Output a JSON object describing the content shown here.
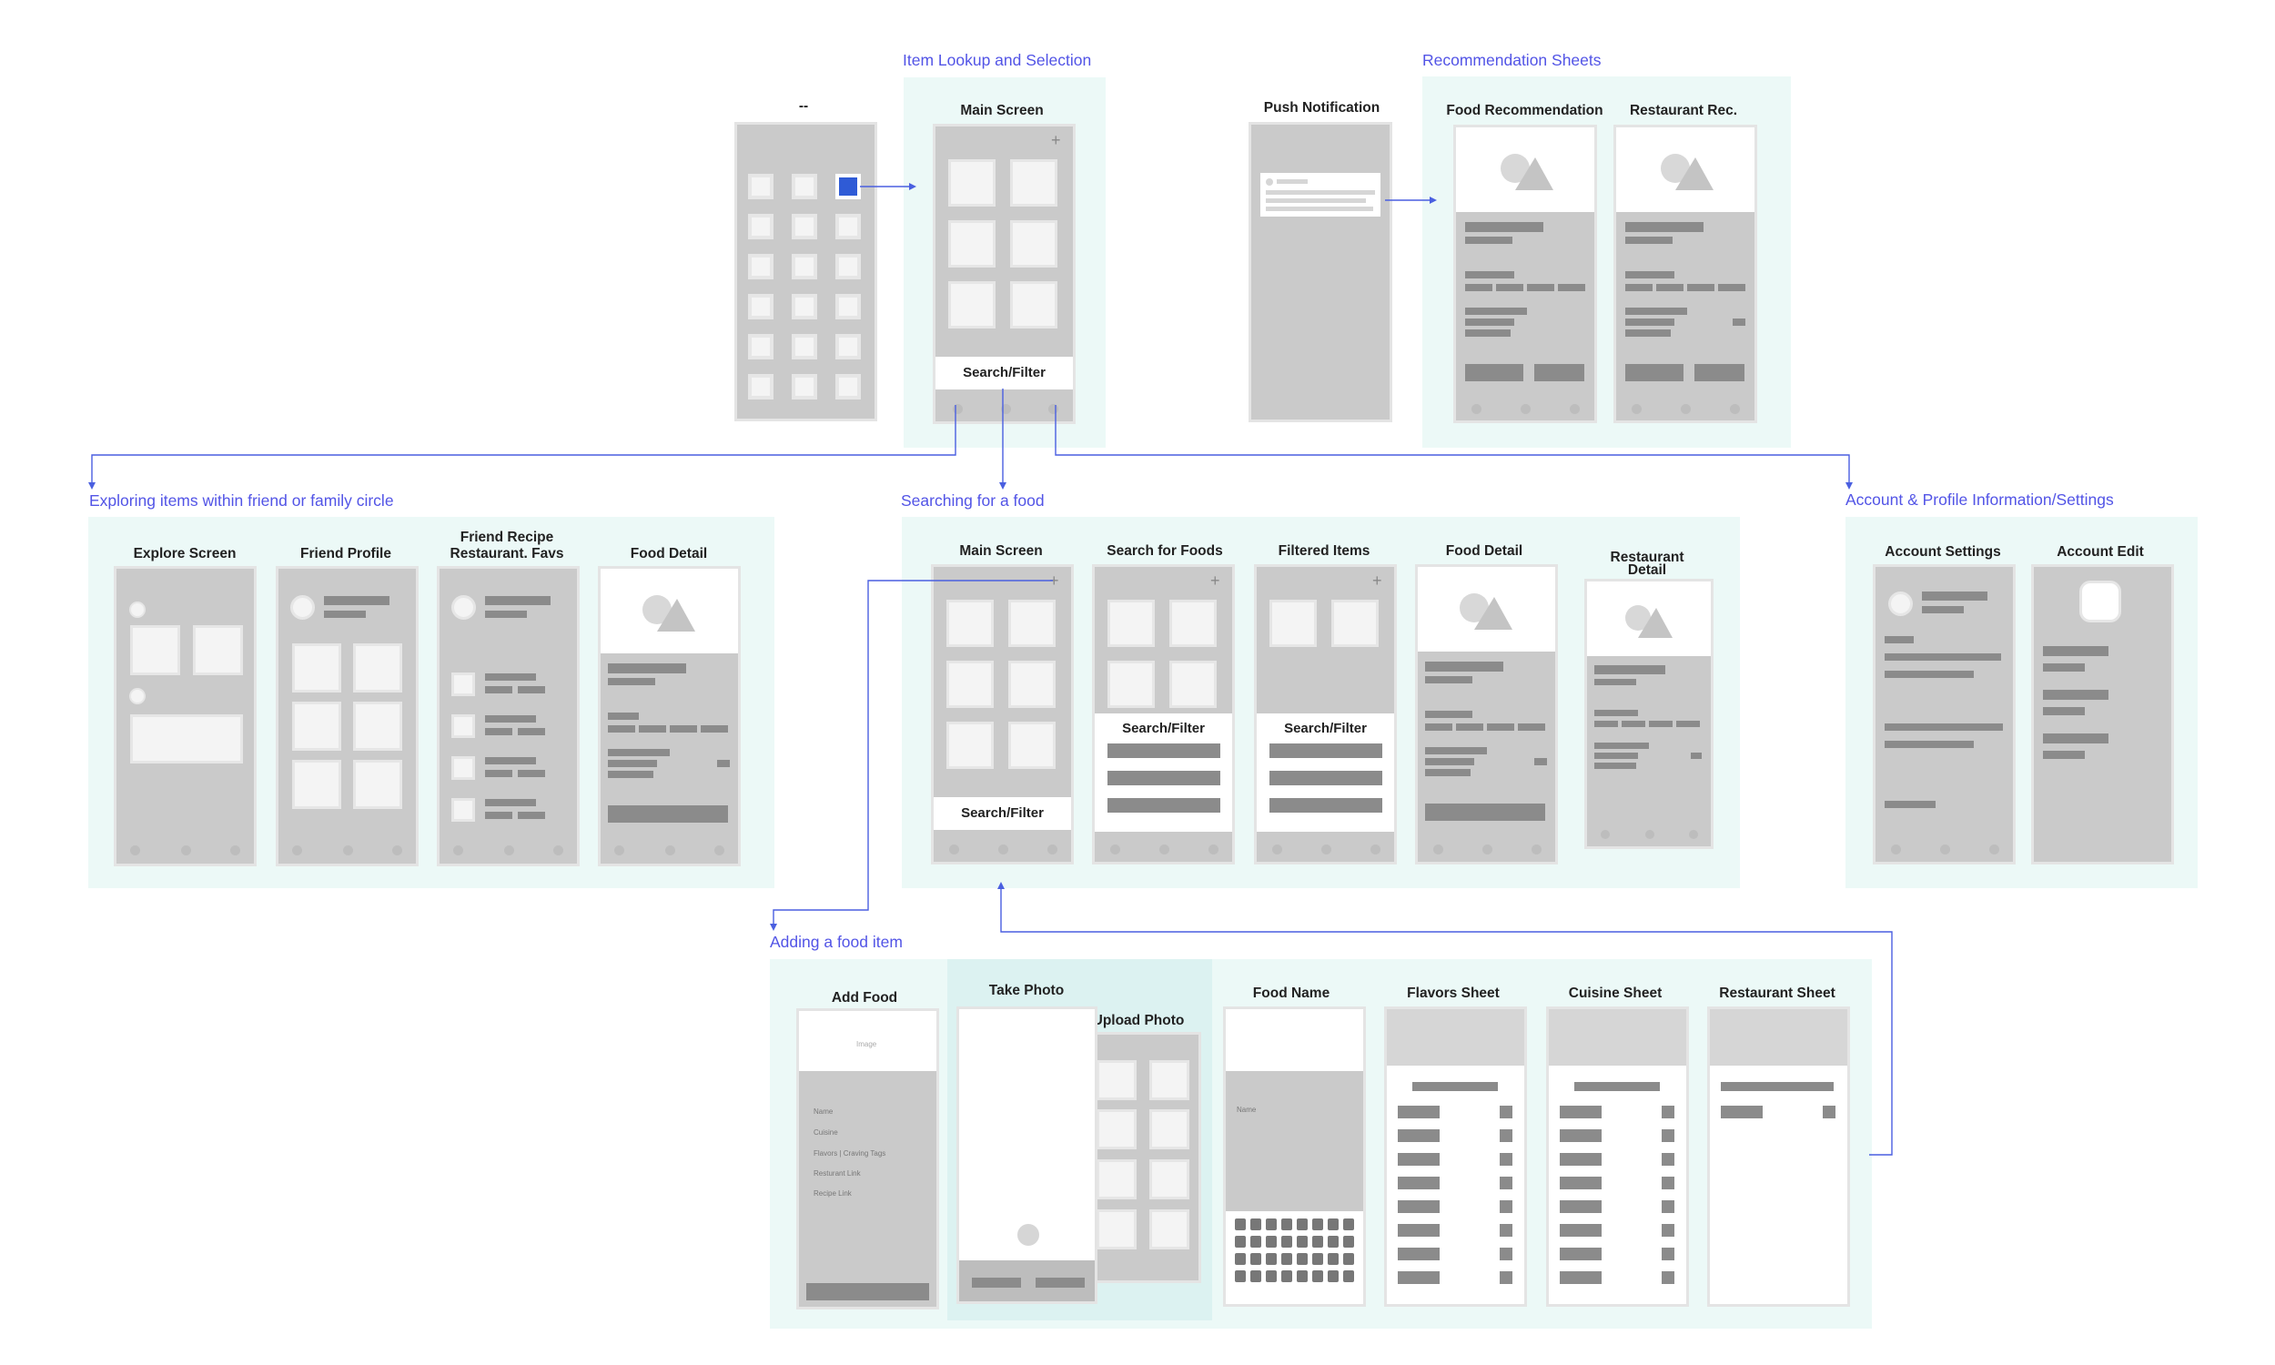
{
  "groups": {
    "item_lookup": "Item Lookup and Selection",
    "recommendation": "Recommendation Sheets",
    "exploring": "Exploring items within friend or family circle",
    "searching": "Searching for a food",
    "account": "Account & Profile Information/Settings",
    "adding": "Adding a food item"
  },
  "screens": {
    "home": "--",
    "main_screen": "Main Screen",
    "push_notification": "Push Notification",
    "food_recommendation": "Food Recommendation",
    "restaurant_rec": "Restaurant Rec.",
    "explore_screen": "Explore Screen",
    "friend_profile": "Friend Profile",
    "friend_recipe_1": "Friend Recipe",
    "friend_recipe_2": "Restaurant. Favs",
    "food_detail": "Food Detail",
    "search_main_screen": "Main Screen",
    "search_for_foods": "Search for Foods",
    "filtered_items": "Filtered Items",
    "search_food_detail": "Food Detail",
    "restaurant_detail_1": "Restaurant",
    "restaurant_detail_2": "Detail",
    "account_settings": "Account Settings",
    "account_edit": "Account Edit",
    "add_food": "Add Food",
    "take_photo": "Take Photo",
    "upload_photo": "Upload Photo",
    "food_name": "Food Name",
    "flavors_sheet": "Flavors Sheet",
    "cuisine_sheet": "Cuisine Sheet",
    "restaurant_sheet": "Restaurant Sheet"
  },
  "labels": {
    "search_filter": "Search/Filter",
    "image": "Image",
    "name": "Name",
    "cuisine": "Cuisine",
    "flavors": "Flavors | Craving Tags",
    "restaurant_link": "Resturant Link",
    "recipe_link": "Recipe Link"
  },
  "colors": {
    "group_bg": "#ecf9f7",
    "group_label": "#5254e6",
    "connector": "#4a5fe0",
    "selected_app": "#2f5bd6",
    "phone": "#cacaca"
  }
}
